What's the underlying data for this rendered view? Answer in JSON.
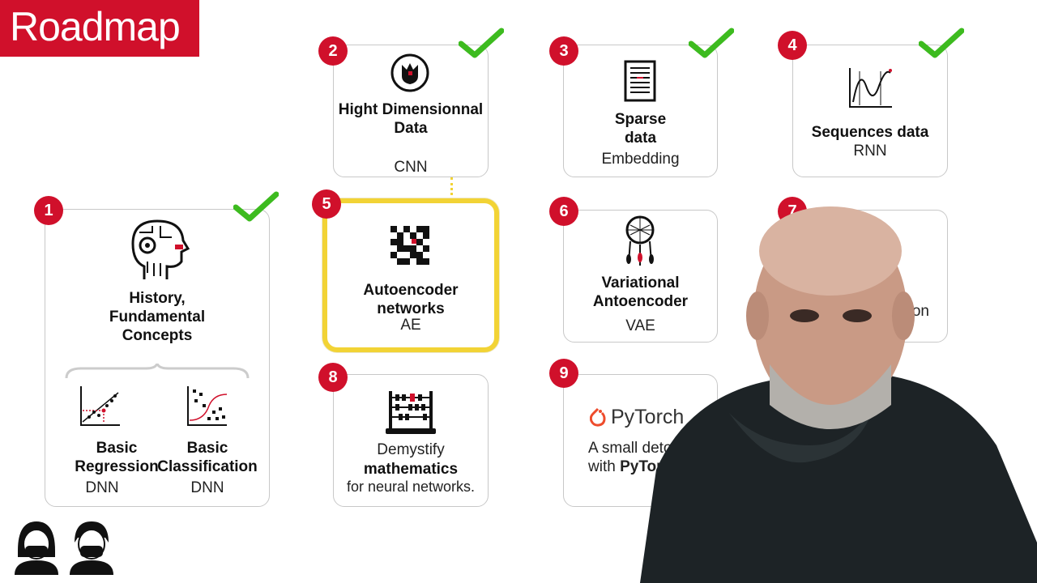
{
  "header": {
    "title": "Roadmap"
  },
  "cards": {
    "c1": {
      "num": "1",
      "title": "History, Fundamental Concepts"
    },
    "c1a": {
      "title": "Basic Regression",
      "sub": "DNN"
    },
    "c1b": {
      "title": "Basic Classification",
      "sub": "DNN"
    },
    "c2": {
      "num": "2",
      "title": "Hight Dimensionnal Data",
      "sub": "CNN"
    },
    "c3": {
      "num": "3",
      "title": "Sparse data",
      "sub": "Embedding"
    },
    "c4": {
      "num": "4",
      "title": "Sequences data",
      "sub": "RNN"
    },
    "c5": {
      "num": "5",
      "title": "Autoencoder networks",
      "sub": "AE"
    },
    "c6": {
      "num": "6",
      "title": "Variational Antoencoder",
      "sub": "VAE"
    },
    "c7": {
      "num": "7",
      "sub": "ion"
    },
    "c8": {
      "num": "8",
      "line1": "Demystify",
      "line2": "mathematics",
      "line3": "for neural networks."
    },
    "c9": {
      "num": "9",
      "logo": "PyTorch",
      "line1": "A small detou",
      "line2a": "with ",
      "line2b": "PyTorc"
    }
  },
  "colors": {
    "accent": "#d0102b",
    "highlight": "#f2d335",
    "check": "#3dbb1f"
  },
  "icons": [
    "robot-head-icon",
    "regression-plot-icon",
    "classification-plot-icon",
    "tulip-icon",
    "document-icon",
    "sine-wave-icon",
    "pixel-grid-icon",
    "dreamcatcher-icon",
    "abacus-icon",
    "pytorch-flame-icon",
    "check-icon",
    "masked-person-icon"
  ]
}
